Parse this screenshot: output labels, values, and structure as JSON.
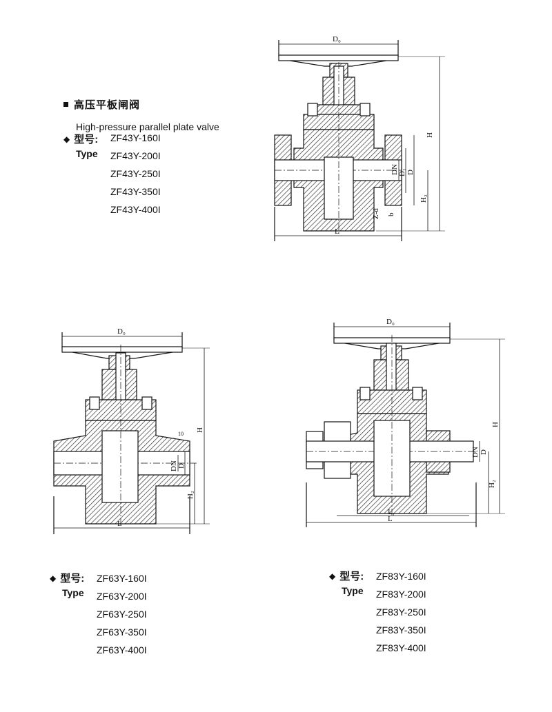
{
  "header": {
    "title_cn": "高压平板闸阀",
    "title_en": "High-pressure parallel plate valve"
  },
  "groups": [
    {
      "model_label": "型号:",
      "type_label": "Type",
      "models": [
        "ZF43Y-160I",
        "ZF43Y-200I",
        "ZF43Y-250I",
        "ZF43Y-350I",
        "ZF43Y-400I"
      ]
    },
    {
      "model_label": "型号:",
      "type_label": "Type",
      "models": [
        "ZF63Y-160I",
        "ZF63Y-200I",
        "ZF63Y-250I",
        "ZF63Y-350I",
        "ZF63Y-400I"
      ]
    },
    {
      "model_label": "型号:",
      "type_label": "Type",
      "models": [
        "ZF83Y-160I",
        "ZF83Y-200I",
        "ZF83Y-250I",
        "ZF83Y-350I",
        "ZF83Y-400I"
      ]
    }
  ],
  "drawings": {
    "top": {
      "d0": "D₀",
      "h": "H",
      "dn": "DN",
      "d1": "D₁",
      "d": "D",
      "h2": "H₂",
      "zd": "Z-d",
      "b": "b",
      "l": "L"
    },
    "left": {
      "d0": "D₀",
      "h": "H",
      "dn": "DN",
      "d": "D",
      "h2": "H₂",
      "l": "L",
      "angle": "10"
    },
    "right": {
      "d0": "D₀",
      "h": "H",
      "dn": "DN",
      "d": "D",
      "h2": "H₂",
      "l": "L",
      "l1": "L₁"
    }
  },
  "icons": {
    "bullet_square": "black-square",
    "bullet_diamond": "black-diamond"
  }
}
